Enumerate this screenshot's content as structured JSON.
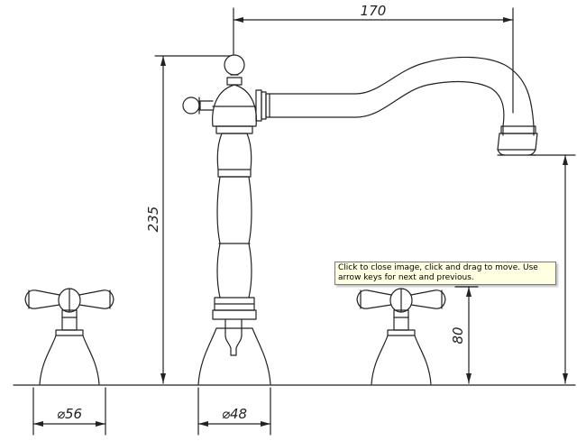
{
  "dimensions": {
    "spout_reach": "170",
    "overall_height": "235",
    "handle_height": "80",
    "handle_base_diameter": "⌀56",
    "body_base_diameter": "⌀48"
  },
  "tooltip": {
    "text": "Click to close image, click and drag to move. Use arrow keys for next and previous."
  },
  "colors": {
    "line": "#222222",
    "tooltip_bg": "#ffffe1"
  }
}
